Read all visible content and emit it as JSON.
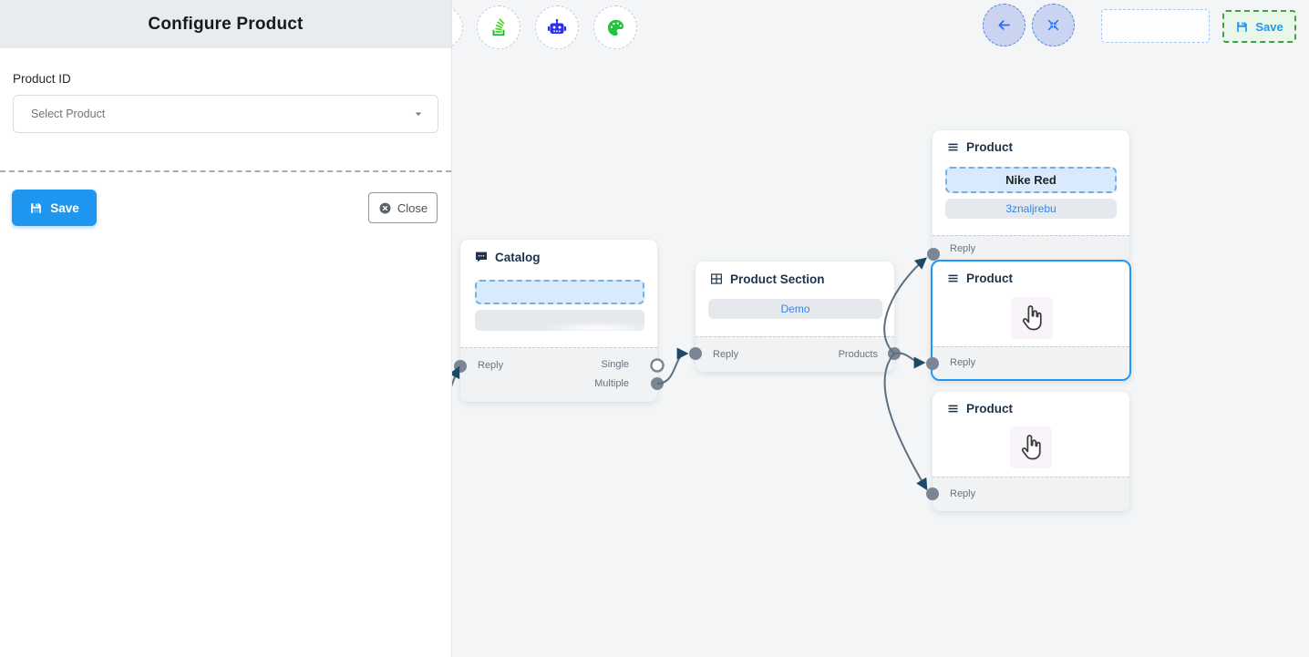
{
  "panel": {
    "title": "Configure Product",
    "product_id_label": "Product ID",
    "select_value": "Select Product",
    "save_label": "Save",
    "close_label": "Close"
  },
  "toolbar": {
    "icon_names": [
      "stack-icon",
      "robot-icon",
      "palette-icon"
    ]
  },
  "topbar": {
    "icon_names": [
      "arrow-left-icon",
      "compress-icon"
    ],
    "save_label": "Save"
  },
  "nodes": {
    "catalog": {
      "title": "Catalog",
      "reply": "Reply",
      "single": "Single",
      "multiple": "Multiple"
    },
    "product_section": {
      "title": "Product Section",
      "option": "Demo",
      "reply": "Reply",
      "products": "Products"
    },
    "product_1": {
      "title": "Product",
      "option_1": "Nike Red",
      "option_2": "3znaljrebu",
      "reply": "Reply"
    },
    "product_2": {
      "title": "Product",
      "reply": "Reply"
    },
    "product_3": {
      "title": "Product",
      "reply": "Reply"
    }
  },
  "colors": {
    "accent_blue": "#2196f3",
    "panel_header_bg": "#e9ecef",
    "canvas_bg": "#f3f5f6",
    "save_green_bg": "#e9f7ea",
    "save_green_border": "#43a047",
    "selected_node_border": "#2196f3",
    "edge_stroke": "#5c6f81",
    "arrowhead": "#1c4a66",
    "handle_fill": "#7b8695",
    "option_blue_bg": "#d9eafc",
    "option_blue_border": "#75aee9",
    "link_text_blue": "#2e86f0",
    "robot_icon_blue": "#2d2df0",
    "stack_icon_green": "#35c729",
    "palette_icon_green": "#23c33e"
  }
}
